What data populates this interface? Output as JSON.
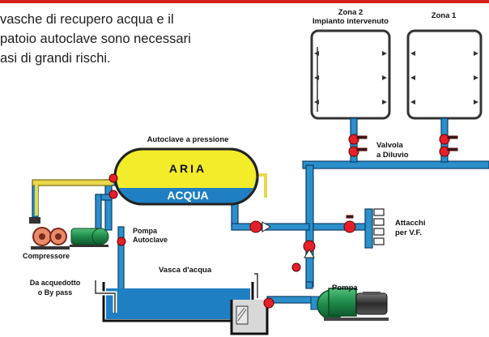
{
  "intro_text": [
    "vasche di recupero acqua e il",
    "patoio autoclave sono necessari",
    "asi di grandi rischi."
  ],
  "labels": {
    "zona2_line1": "Zona 2",
    "zona2_line2": "Impianto intervenuto",
    "zona1": "Zona 1",
    "autoclave_title": "Autoclave a pressione",
    "aria": "ARIA",
    "acqua": "ACQUA",
    "valvola_line1": "Valvola",
    "valvola_line2": "a Diluvio",
    "attacchi_line1": "Attacchi",
    "attacchi_line2": "per V.F.",
    "pompa_autoclave_line1": "Pompa",
    "pompa_autoclave_line2": "Autoclave",
    "compressore": "Compressore",
    "vasca": "Vasca d'acqua",
    "acquedotto_line1": "Da acquedotto",
    "acquedotto_line2": "o By pass",
    "pompa": "Pompa"
  },
  "colors": {
    "accent_red": "#d6201c",
    "pipe_blue": "#2b8fcb",
    "water_blue": "#1f7fc2",
    "air_yellow": "#f2ec2b",
    "pump_green": "#1f8a4a",
    "valve_red": "#e4202a",
    "air_line_yellow": "#e8d84a"
  }
}
